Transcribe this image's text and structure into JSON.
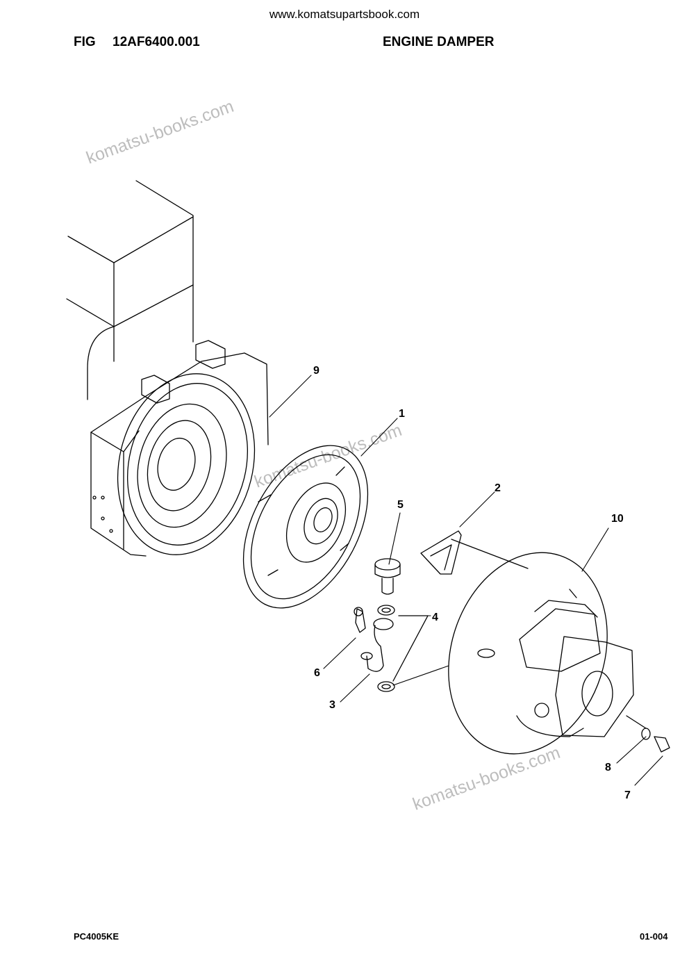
{
  "header": {
    "site_url": "www.komatsupartsbook.com",
    "fig_label": "FIG",
    "fig_number": "12AF6400.001",
    "title": "ENGINE DAMPER"
  },
  "footer": {
    "model": "PC4005KE",
    "page": "01-004"
  },
  "watermarks": [
    "komatsu-books.com",
    "komatsu-books.com",
    "komatsu-books.com"
  ],
  "callouts": [
    "9",
    "1",
    "2",
    "5",
    "10",
    "4",
    "6",
    "3",
    "8",
    "7"
  ]
}
